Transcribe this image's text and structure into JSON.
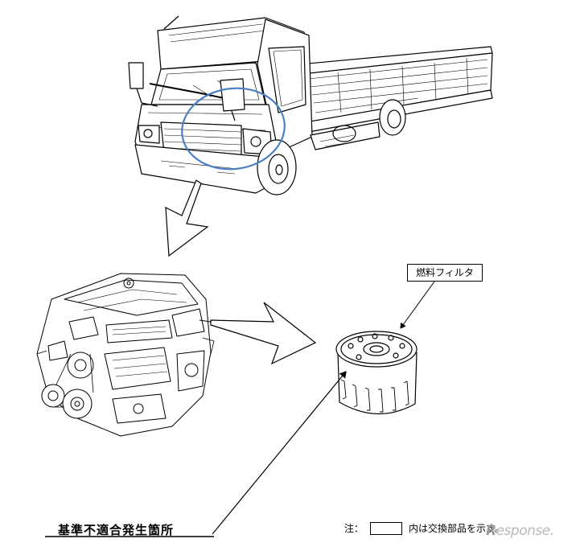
{
  "labels": {
    "fuel_filter": "燃料フィルタ",
    "defect_location": "基準不適合発生箇所"
  },
  "note": {
    "prefix": "注：",
    "suffix": "内は交換部品を示す。"
  },
  "watermark": {
    "initial": "R",
    "rest": "esponse."
  },
  "colors": {
    "highlight_ellipse": "#4a7fc1",
    "line_art": "#000000",
    "watermark": "#b8b8b8"
  }
}
